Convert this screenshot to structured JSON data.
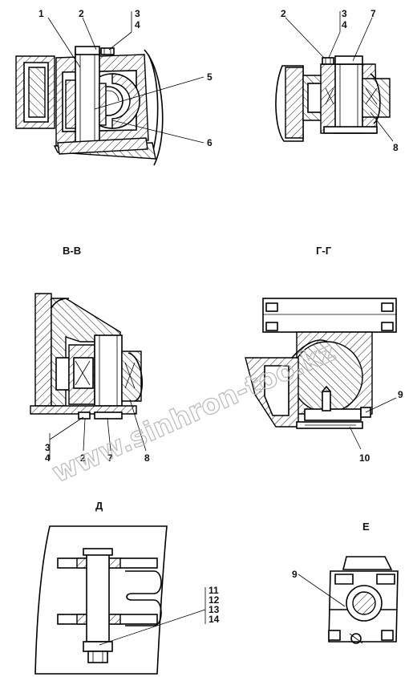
{
  "watermark": "www.sinhron-too.kz",
  "views": {
    "top_left": {
      "callouts": {
        "c1": "1",
        "c2": "2",
        "c3": "3",
        "c4": "4",
        "c5": "5",
        "c6": "6"
      }
    },
    "top_right": {
      "callouts": {
        "c2": "2",
        "c3": "3",
        "c4": "4",
        "c7": "7",
        "c8": "8"
      }
    },
    "section_vv": {
      "title": "В-В",
      "callouts": {
        "c3": "3",
        "c4": "4",
        "c2": "2",
        "c7": "7",
        "c8": "8"
      }
    },
    "section_gg": {
      "title": "Г-Г",
      "callouts": {
        "c9": "9",
        "c10": "10"
      }
    },
    "view_d": {
      "title": "Д",
      "callouts": {
        "c11": "11",
        "c12": "12",
        "c13": "13",
        "c14": "14"
      }
    },
    "view_e": {
      "title": "Е",
      "callouts": {
        "c9": "9"
      }
    }
  }
}
